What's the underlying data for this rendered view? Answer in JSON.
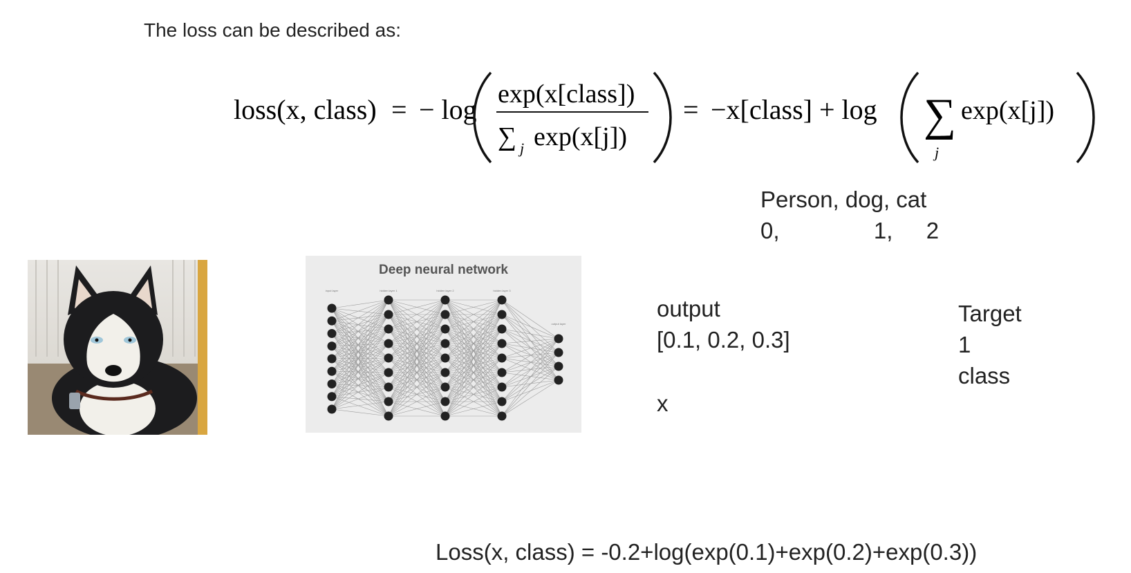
{
  "intro_text": "The loss can be described as:",
  "formula": {
    "lhs": "loss(x, class)",
    "eq": "=",
    "neg_log": "− log",
    "numerator": "exp(x[class])",
    "denominator": "∑",
    "denominator_sub": "j",
    "denominator_rest": "exp(x[j])",
    "eq2": "=",
    "rhs_term": "−x[class] + log",
    "sum_symbol": "∑",
    "sum_sub": "j",
    "sum_rest": "exp(x[j])"
  },
  "classes": {
    "names_line": "Person, dog, cat",
    "idx_person": "0,",
    "idx_dog": "1,",
    "idx_cat": "2"
  },
  "network": {
    "title": "Deep neural network",
    "layer_labels": [
      "input layer",
      "hidden layer 1",
      "hidden layer 2",
      "hidden layer 3",
      "output layer"
    ]
  },
  "output": {
    "label": "output",
    "values": "[0.1, 0.2, 0.3]",
    "var": "x"
  },
  "target": {
    "label": "Target",
    "value": "1",
    "var": "class"
  },
  "loss_result": "Loss(x, class) = -0.2+log(exp(0.1)+exp(0.2)+exp(0.3))",
  "colors": {
    "node": "#222222",
    "edge": "#9a9a9a",
    "panel": "#ececec",
    "dog_fur_dark": "#1c1c1e",
    "dog_fur_light": "#f2f0ea",
    "dog_eye": "#9fc6d9"
  }
}
